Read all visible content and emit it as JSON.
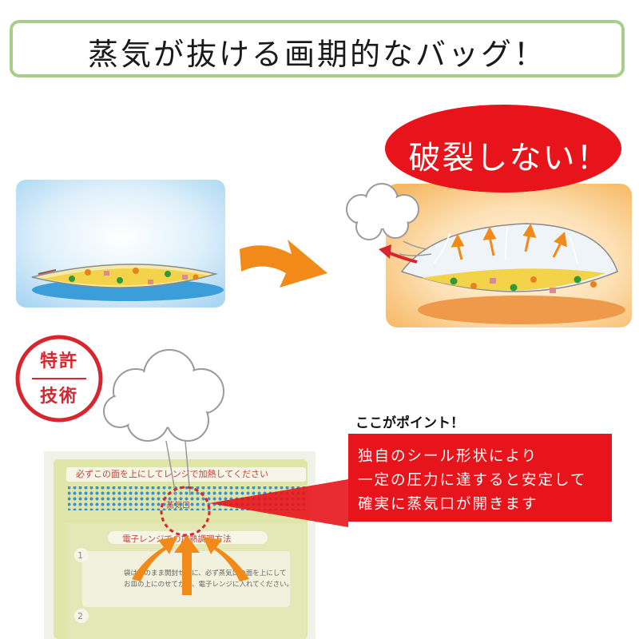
{
  "title": "蒸気が抜ける画期的なバッグ！",
  "bubble_text": "破裂しない！",
  "badge": {
    "top": "特許",
    "bottom": "技術"
  },
  "point_label": "ここがポイント！",
  "info_lines": [
    "独自のシール形状により",
    "一定の圧力に達すると安定して",
    "確実に蒸気口が開きます"
  ],
  "package": {
    "header_text": "必ずこの面を上にしてレンジで加熱してください",
    "vent_label": "蒸気口",
    "section_title": "電子レンジでの加熱調理方法",
    "step_text_1": "袋はそのまま開封せずに、必ず蒸気口の面を上にして",
    "step_text_2": "お皿の上にのせてから、電子レンジに入れてください。",
    "step_1": "1",
    "step_2": "2"
  },
  "colors": {
    "banner_border": "#a8cf8a",
    "accent_red": "#e8141b",
    "arrow_orange": "#f28a1a",
    "badge_red": "#d8262e"
  }
}
